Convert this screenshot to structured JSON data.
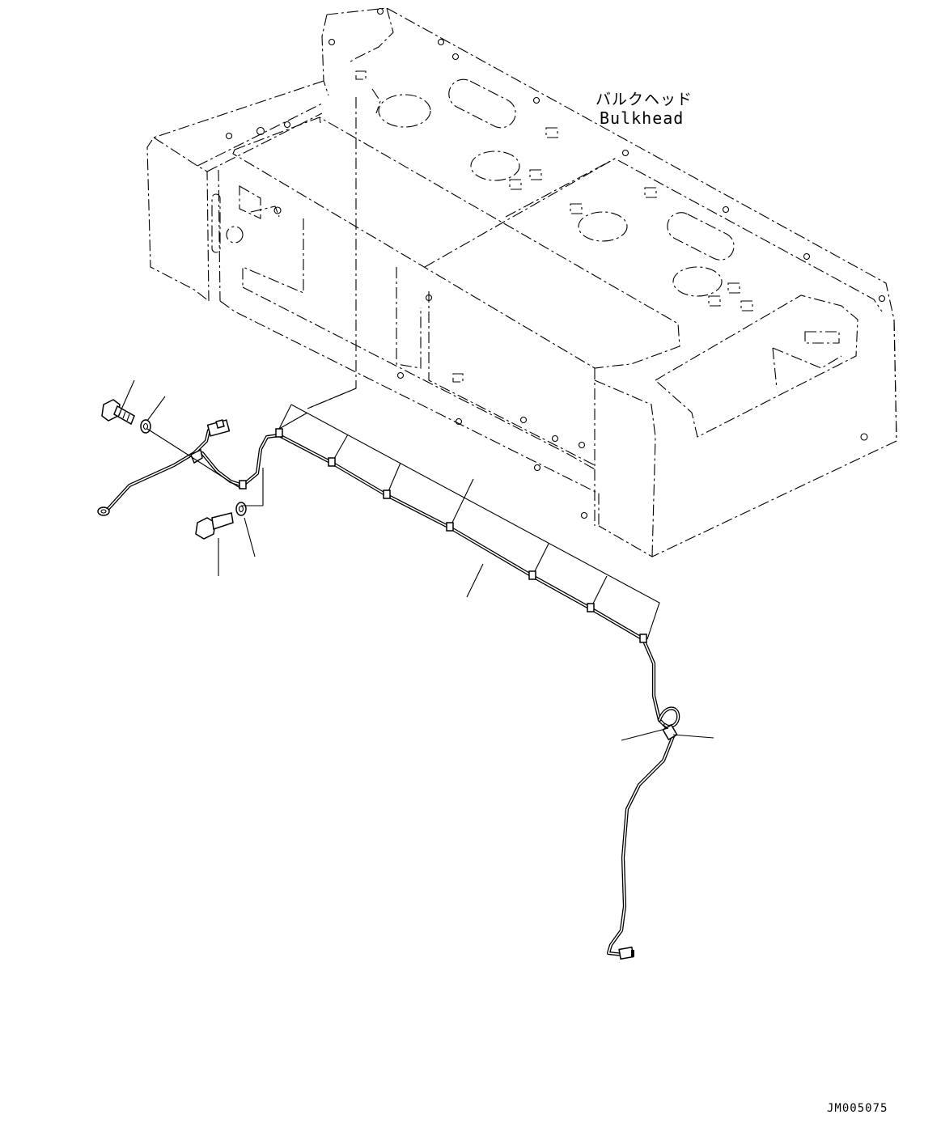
{
  "labels": {
    "bulkhead_jp": "バルクヘッド",
    "bulkhead_en": "Bulkhead"
  },
  "drawing_code": "JM005075"
}
